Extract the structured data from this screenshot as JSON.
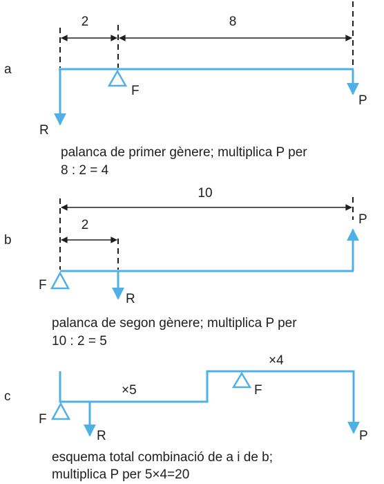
{
  "colors": {
    "lever": "#4fb0e6",
    "ink": "#1e1e1e",
    "background": "#ffffff"
  },
  "diagram_a": {
    "label": "a",
    "dim_short": "2",
    "dim_long": "8",
    "fulcrum": "F",
    "resistance": "R",
    "power": "P",
    "caption_line1": "palanca de primer gènere; multiplica P per",
    "caption_line2": "8 : 2 = 4"
  },
  "diagram_b": {
    "label": "b",
    "dim_total": "10",
    "dim_short": "2",
    "fulcrum": "F",
    "resistance": "R",
    "power": "P",
    "caption_line1": "palanca de segon gènere; multiplica P per",
    "caption_line2": "10 : 2 = 5"
  },
  "diagram_c": {
    "label": "c",
    "factor_1": "×5",
    "factor_2": "×4",
    "fulcrum_1": "F",
    "fulcrum_2": "F",
    "resistance": "R",
    "power": "P",
    "caption_line1": "esquema total combinació de a i de b;",
    "caption_line2": "multiplica P per 5×4=20"
  }
}
